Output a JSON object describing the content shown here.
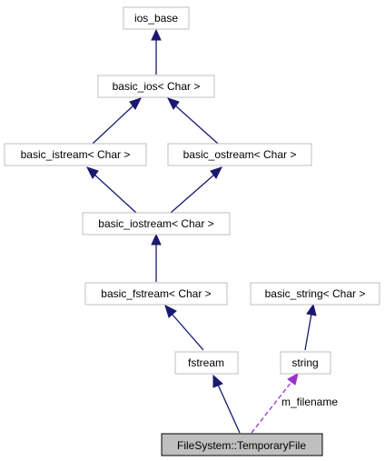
{
  "diagram": {
    "nodes": {
      "ios_base": "ios_base",
      "basic_ios": "basic_ios< Char >",
      "basic_istream": "basic_istream< Char >",
      "basic_ostream": "basic_ostream< Char >",
      "basic_iostream": "basic_iostream< Char >",
      "basic_fstream": "basic_fstream< Char >",
      "basic_string": "basic_string< Char >",
      "fstream": "fstream",
      "string": "string",
      "temporary_file": "FileSystem::TemporaryFile"
    },
    "edge_labels": {
      "m_filename": "m_filename"
    },
    "colors": {
      "inheritance_edge": "#191970",
      "member_edge": "#9a32cd",
      "node_border": "#bfbfbf",
      "highlight_fill": "#bfbfbf"
    }
  }
}
